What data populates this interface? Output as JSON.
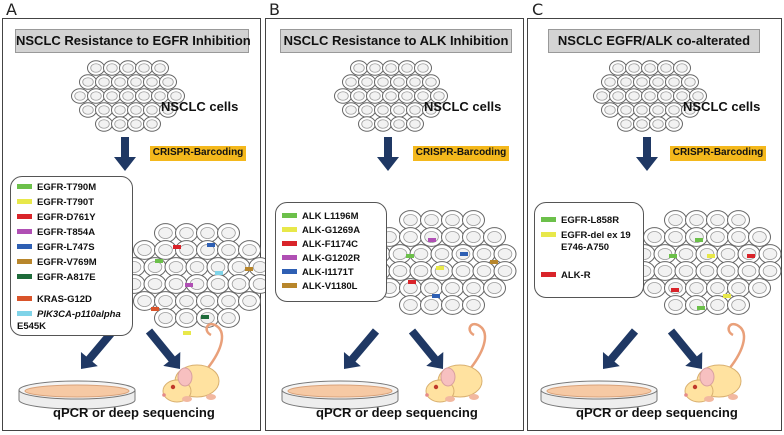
{
  "panels": [
    {
      "letter": "A",
      "title": "NSCLC Resistance to EGFR Inhibition",
      "cells_label": "NSCLC cells",
      "crispr_label": "CRISPR-Barcoding",
      "bottom_label": "qPCR or deep sequencing",
      "legend": [
        {
          "label": "EGFR-T790M",
          "color": "#6cc04a"
        },
        {
          "label": "EGFR-T790T",
          "color": "#e8e84a"
        },
        {
          "label": "EGFR-D761Y",
          "color": "#d9242a"
        },
        {
          "label": "EGFR-T854A",
          "color": "#b04fb4"
        },
        {
          "label": "EGFR-L747S",
          "color": "#2e5fb3"
        },
        {
          "label": "EGFR-V769M",
          "color": "#b8862b"
        },
        {
          "label": "EGFR-A817E",
          "color": "#1e6b3a"
        },
        {
          "label": "KRAS-G12D",
          "color": "#d9542a"
        },
        {
          "label": "PIK3CA-p110alpha",
          "color": "#7fd3e8"
        },
        {
          "label": "E545K",
          "color": ""
        }
      ]
    },
    {
      "letter": "B",
      "title": "NSCLC Resistance to ALK Inhibition",
      "cells_label": "NSCLC cells",
      "crispr_label": "CRISPR-Barcoding",
      "bottom_label": "qPCR or deep sequencing",
      "legend": [
        {
          "label": "ALK L1196M",
          "color": "#6cc04a"
        },
        {
          "label": "ALK-G1269A",
          "color": "#e8e84a"
        },
        {
          "label": "ALK-F1174C",
          "color": "#d9242a"
        },
        {
          "label": "ALK-G1202R",
          "color": "#b04fb4"
        },
        {
          "label": "ALK-I1171T",
          "color": "#2e5fb3"
        },
        {
          "label": "ALK-V1180L",
          "color": "#b8862b"
        }
      ]
    },
    {
      "letter": "C",
      "title": "NSCLC EGFR/ALK co-alterated",
      "cells_label": "NSCLC cells",
      "crispr_label": "CRISPR-Barcoding",
      "bottom_label": "qPCR or deep sequencing",
      "legend": [
        {
          "label": "EGFR-L858R",
          "color": "#6cc04a"
        },
        {
          "label": "EGFR-del ex 19",
          "color": "#e8e84a"
        },
        {
          "label": "E746-A750",
          "color": ""
        },
        {
          "label": "ALK-R",
          "color": "#d9242a"
        }
      ]
    }
  ],
  "colors": {
    "arrow": "#1f3864",
    "crispr_bg": "#f4b81c",
    "title_bg": "#d3d3d3",
    "dish": "#f6c9a4",
    "mouse": "#ffe2a0"
  },
  "icons": [
    "cell-cluster-icon",
    "down-arrow-icon",
    "petri-dish-icon",
    "mouse-icon"
  ]
}
